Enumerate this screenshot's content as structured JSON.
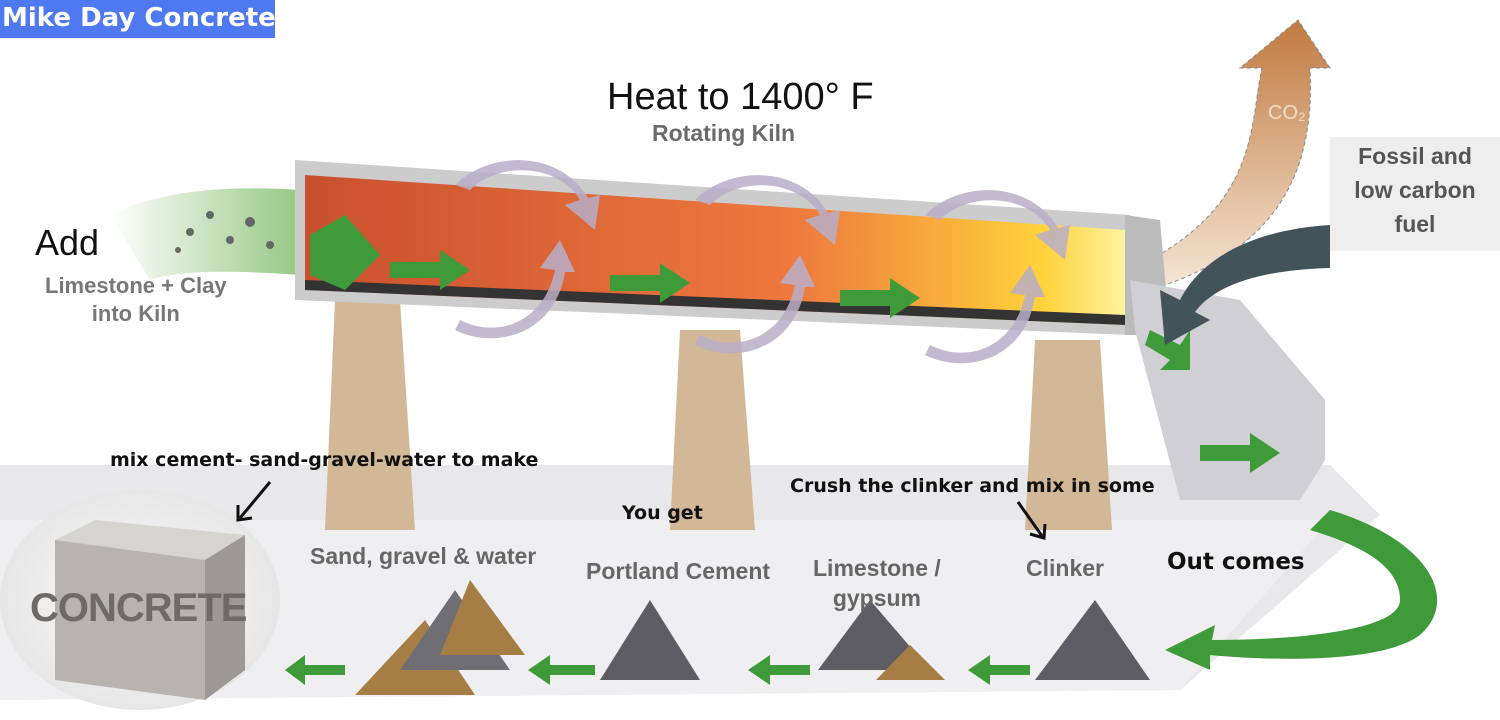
{
  "header": {
    "brand": "Mike Day Concrete",
    "brand_color": "#4f79f1"
  },
  "diagram": {
    "heat_label": "Heat to 1400° F",
    "kiln_label": "Rotating Kiln",
    "add_label": "Add",
    "input_label_line1": "Limestone + Clay",
    "input_label_line2": "into Kiln",
    "co2_label": "CO₂",
    "fuel_label_line1": "Fossil and",
    "fuel_label_line2": "low carbon",
    "fuel_label_line3": "fuel",
    "annotation_mix": "mix cement- sand-gravel-water to make",
    "annotation_you_get": "You get",
    "annotation_crush": "Crush the clinker and mix in some",
    "annotation_out_comes": "Out comes",
    "product_sand": "Sand, gravel & water",
    "product_cement": "Portland Cement",
    "product_limestone_line1": "Limestone /",
    "product_limestone_line2": "gypsum",
    "product_clinker": "Clinker",
    "product_concrete": "CONCRETE",
    "colors": {
      "kiln": "#e8703a",
      "arrow_green": "#3f9a3a",
      "co2": "#c8824a",
      "pillar": "#d2b896"
    }
  }
}
